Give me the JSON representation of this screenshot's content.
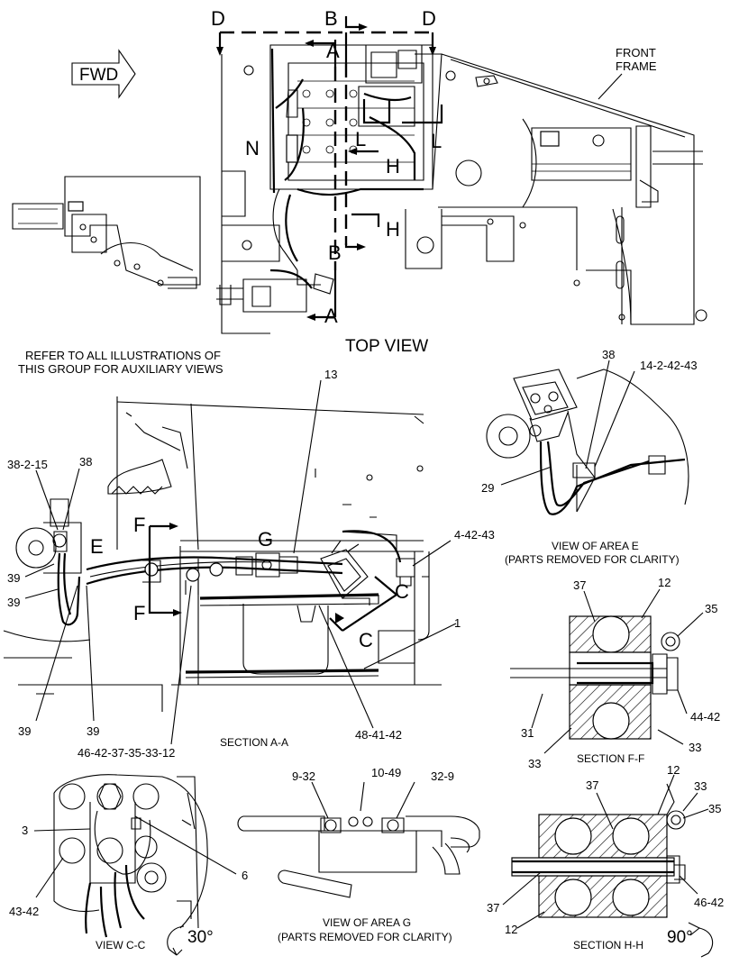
{
  "views": {
    "top_view": "TOP VIEW",
    "refer_line1": "REFER TO ALL ILLUSTRATIONS OF",
    "refer_line2": "THIS GROUP FOR AUXILIARY VIEWS",
    "fwd": "FWD",
    "front_frame_line1": "FRONT",
    "front_frame_line2": "FRAME",
    "section_aa": "SECTION A-A",
    "area_e_line1": "VIEW OF AREA E",
    "area_e_line2": "(PARTS REMOVED FOR CLARITY)",
    "section_ff": "SECTION F-F",
    "view_cc": "VIEW C-C",
    "area_g_line1": "VIEW OF AREA G",
    "area_g_line2": "(PARTS REMOVED FOR CLARITY)",
    "section_hh": "SECTION H-H",
    "rot_30": "30°",
    "rot_90": "90°"
  },
  "section_letters": {
    "d": "D",
    "b": "B",
    "a": "A",
    "n": "N",
    "l": "L",
    "h": "H",
    "e": "E",
    "f": "F",
    "g": "G",
    "c": "C"
  },
  "callouts": {
    "c13": "13",
    "c38_2_15": "38-2-15",
    "c38": "38",
    "c39": "39",
    "c4_42_43": "4-42-43",
    "c1": "1",
    "c46_42_37_35_33_12": "46-42-37-35-33-12",
    "c48_41_42": "48-41-42",
    "c14_2_42_43": "14-2-42-43",
    "c29": "29",
    "c37": "37",
    "c12": "12",
    "c35": "35",
    "c44_42": "44-42",
    "c31": "31",
    "c33": "33",
    "c3": "3",
    "c6": "6",
    "c43_42": "43-42",
    "c9_32": "9-32",
    "c10_49": "10-49",
    "c32_9": "32-9",
    "c46_42": "46-42"
  }
}
